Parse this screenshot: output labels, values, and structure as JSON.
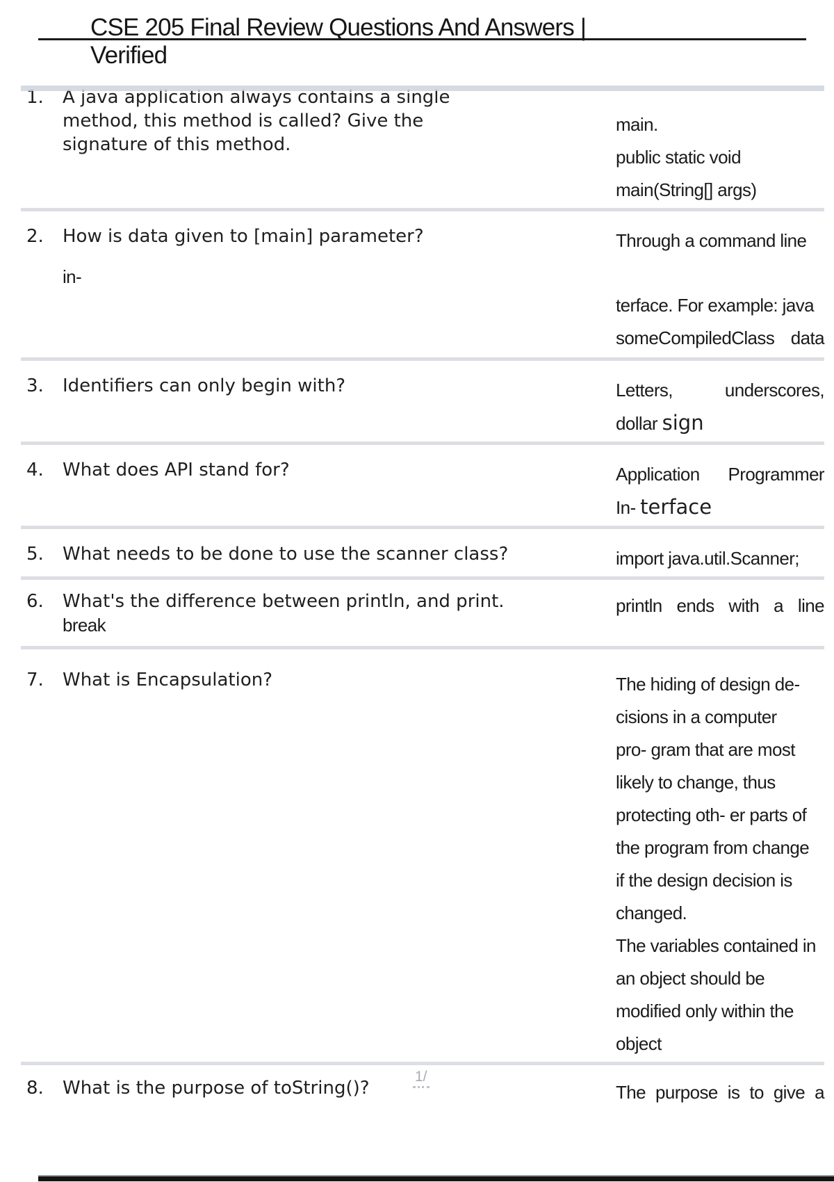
{
  "header": {
    "title_line1": "CSE 205 Final Review Questions And Answers |",
    "title_line2": "Verified"
  },
  "footer": {
    "page_link": "1/"
  },
  "colors": {
    "divider": "#dcdee3",
    "top_band": "#ced3de",
    "title_rule": "#1a1a1a",
    "bottom_bar": "#141414",
    "footer_text": "#a8abb2"
  },
  "rows": [
    {
      "num": "1.",
      "question_lines": [
        {
          "segs": [
            {
              "t": "A java application always contains a single",
              "f": "q"
            }
          ]
        },
        {
          "segs": [
            {
              "t": "method, this method is called? Give the",
              "f": "q"
            }
          ]
        },
        {
          "segs": [
            {
              "t": "signature of this method.",
              "f": "q"
            }
          ]
        }
      ],
      "answer_lines": [
        {
          "segs": [
            {
              "t": "main.",
              "f": "a"
            }
          ]
        },
        {
          "segs": [
            {
              "t": "public static void",
              "f": "a"
            }
          ]
        },
        {
          "segs": [
            {
              "t": "main(String[] args)",
              "f": "a"
            }
          ]
        }
      ]
    },
    {
      "num": "2.",
      "question_lines": [
        {
          "segs": [
            {
              "t": "How is data given to [main] parameter?",
              "f": "q"
            }
          ]
        },
        {
          "segs": [
            {
              "t": "in-",
              "f": "a"
            }
          ],
          "gap": true
        }
      ],
      "answer_lines": [
        {
          "segs": [
            {
              "t": "Through a command line",
              "f": "a"
            }
          ]
        },
        {
          "segs": [
            {
              "t": "terface. For example: java",
              "f": "a"
            }
          ],
          "gap": true
        },
        {
          "segs": [
            {
              "t": "someCompiledClass data",
              "f": "a"
            }
          ],
          "j": true
        }
      ]
    },
    {
      "num": "3.",
      "question_lines": [
        {
          "segs": [
            {
              "t": "Identifiers can only begin with?",
              "f": "q"
            }
          ]
        }
      ],
      "answer_lines": [
        {
          "segs": [
            {
              "t": "Letters, underscores,",
              "f": "a"
            }
          ],
          "j": true
        },
        {
          "segs": [
            {
              "t": "dollar ",
              "f": "a"
            },
            {
              "t": "sign",
              "f": "qb"
            }
          ]
        }
      ]
    },
    {
      "num": "4.",
      "question_lines": [
        {
          "segs": [
            {
              "t": "What does API stand for?",
              "f": "q"
            }
          ]
        }
      ],
      "answer_lines": [
        {
          "segs": [
            {
              "t": "Application Programmer",
              "f": "a"
            }
          ],
          "j": true
        },
        {
          "segs": [
            {
              "t": "In- ",
              "f": "a"
            },
            {
              "t": "terface",
              "f": "qb"
            }
          ]
        }
      ]
    },
    {
      "num": "5.",
      "question_lines": [
        {
          "segs": [
            {
              "t": "What needs to be done to use the scanner class?",
              "f": "q"
            }
          ]
        }
      ],
      "answer_lines": [
        {
          "segs": [
            {
              "t": "import java.util.Scanner;",
              "f": "a"
            }
          ]
        }
      ]
    },
    {
      "num": "6.",
      "question_lines": [
        {
          "segs": [
            {
              "t": "What's the difference between println, and print.",
              "f": "q"
            }
          ]
        },
        {
          "segs": [
            {
              "t": "break",
              "f": "a"
            }
          ]
        }
      ],
      "answer_lines": [
        {
          "segs": [
            {
              "t": "println ends with a line",
              "f": "a"
            }
          ],
          "j": true
        }
      ]
    },
    {
      "num": "7.",
      "question_lines": [
        {
          "segs": [
            {
              "t": "What is Encapsulation?",
              "f": "q"
            }
          ]
        }
      ],
      "answer_lines": [
        {
          "segs": [
            {
              "t": "The hiding of design de-",
              "f": "a"
            }
          ]
        },
        {
          "segs": [
            {
              "t": "cisions in a computer",
              "f": "a"
            }
          ]
        },
        {
          "segs": [
            {
              "t": "pro- gram that are most",
              "f": "a"
            }
          ]
        },
        {
          "segs": [
            {
              "t": "likely to change, thus",
              "f": "a"
            }
          ]
        },
        {
          "segs": [
            {
              "t": "protecting oth- er parts of",
              "f": "a"
            }
          ]
        },
        {
          "segs": [
            {
              "t": "the program from change",
              "f": "a"
            }
          ]
        },
        {
          "segs": [
            {
              "t": "if the design decision is",
              "f": "a"
            }
          ]
        },
        {
          "segs": [
            {
              "t": "changed.",
              "f": "a"
            }
          ]
        },
        {
          "segs": [
            {
              "t": "The variables contained in",
              "f": "a"
            }
          ]
        },
        {
          "segs": [
            {
              "t": "an object should be",
              "f": "a"
            }
          ]
        },
        {
          "segs": [
            {
              "t": "modified only within the",
              "f": "a"
            }
          ]
        },
        {
          "segs": [
            {
              "t": "object",
              "f": "a"
            }
          ]
        }
      ]
    },
    {
      "num": "8.",
      "question_lines": [
        {
          "segs": [
            {
              "t": "What is the purpose of toString()?",
              "f": "q"
            }
          ]
        }
      ],
      "answer_lines": [
        {
          "segs": [
            {
              "t": "The purpose is to give a",
              "f": "a"
            }
          ],
          "j": true
        }
      ]
    }
  ]
}
